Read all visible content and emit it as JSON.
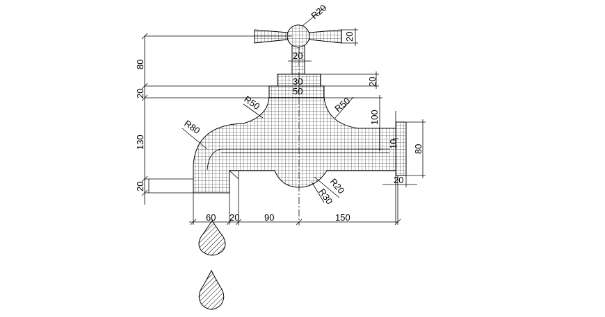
{
  "drawing": {
    "dimensions": {
      "handle_radius": "R20",
      "handle_height": "20",
      "stem_width": "20",
      "upper_height": "80",
      "cap_height": "20",
      "cap_width_a": "30",
      "cap_width_b": "50",
      "neck_height": "20",
      "body_height": "130",
      "lower_height": "20",
      "radius_left_shoulder": "R50",
      "radius_right_shoulder": "R50",
      "radius_bend": "R80",
      "right_height": "100",
      "right_small": "10",
      "outlet_height": "80",
      "outlet_width": "20",
      "radius_bottom_a": "R20",
      "radius_bottom_b": "R30",
      "spout_width": "60",
      "spout_gap": "20",
      "center_left": "90",
      "center_right": "150"
    }
  }
}
